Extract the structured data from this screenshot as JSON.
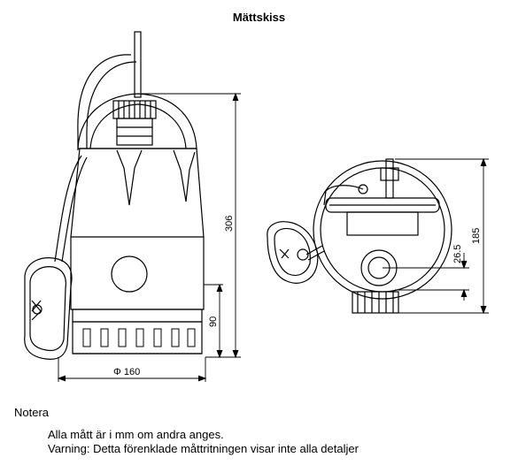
{
  "title": "Mättskiss",
  "dimensions": {
    "height_total": "306",
    "height_lower": "90",
    "diameter": "Φ 160",
    "outlet_height": "26.5",
    "top_view_height": "185"
  },
  "notes": {
    "heading": "Notera",
    "line1": "Alla mått är i mm om andra anges.",
    "line2": "Varning: Detta förenklade måttritningen visar inte alla detaljer"
  }
}
